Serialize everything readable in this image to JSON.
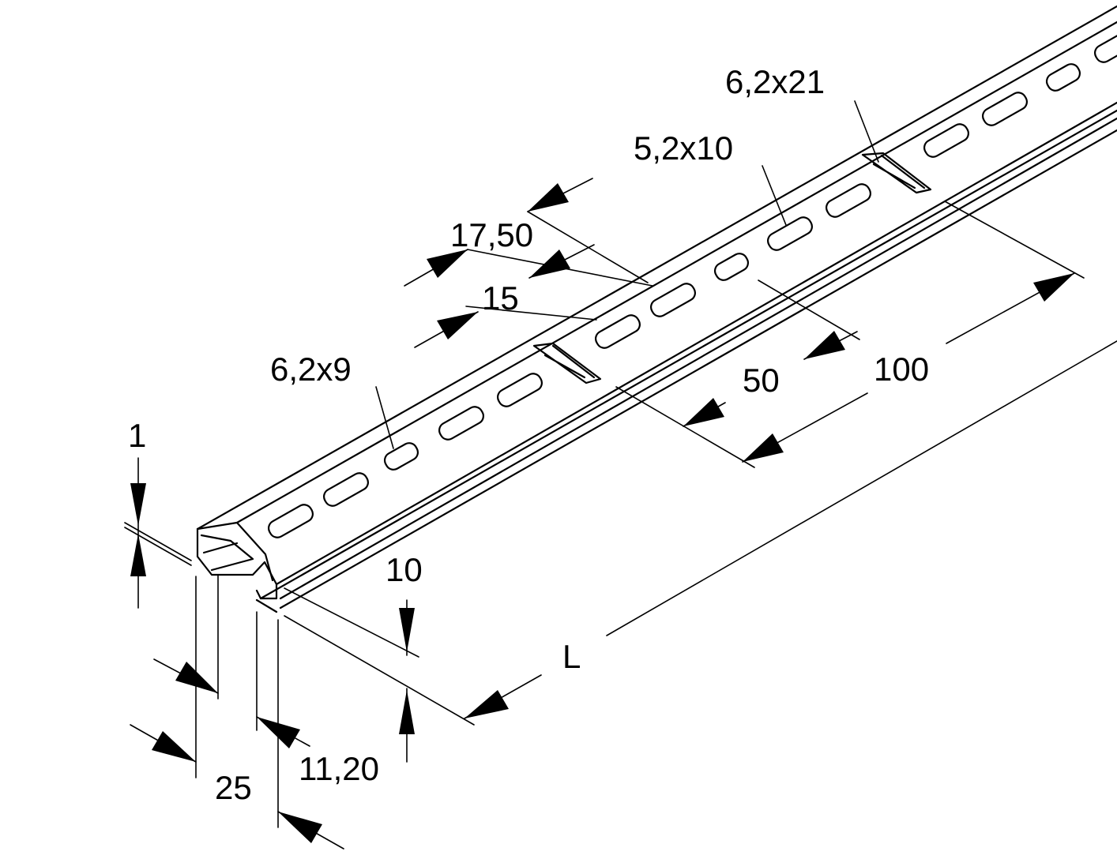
{
  "labels": {
    "thickness": "1",
    "width": "25",
    "slot_depth": "11,20",
    "flange": "10",
    "length": "L",
    "slot_small": "6,2x9",
    "pitch_short": "15",
    "pitch_long": "17,50",
    "slot_medium": "5,2x10",
    "slot_large": "6,2x21",
    "spacing_50": "50",
    "spacing_100": "100"
  },
  "colors": {
    "line": "#000000",
    "background": "#ffffff"
  }
}
